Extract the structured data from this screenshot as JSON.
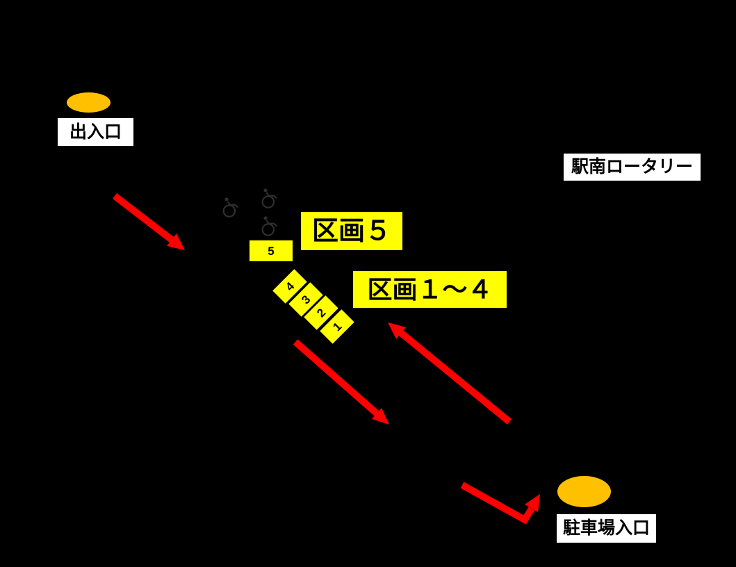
{
  "title": "parking-guide-map",
  "colors": {
    "background": "#000000",
    "highlight_yellow": "#FFFF00",
    "marker_orange": "#FFC000",
    "arrow_red": "#FF0000",
    "label_bg": "#FFFFFF",
    "label_text": "#000000",
    "wheelchair_gray": "#2F2F2F"
  },
  "labels": {
    "entrance": "出入口",
    "rotary": "駅南ロータリー",
    "parking_entrance": "駐車場入口",
    "section5": "区画５",
    "section1to4": "区画１～４"
  },
  "spots": {
    "horizontal": [
      "5"
    ],
    "diagonal": [
      "4",
      "3",
      "2",
      "1"
    ]
  },
  "icons": {
    "wheelchair": "♿",
    "wheelchair_count": 3
  }
}
